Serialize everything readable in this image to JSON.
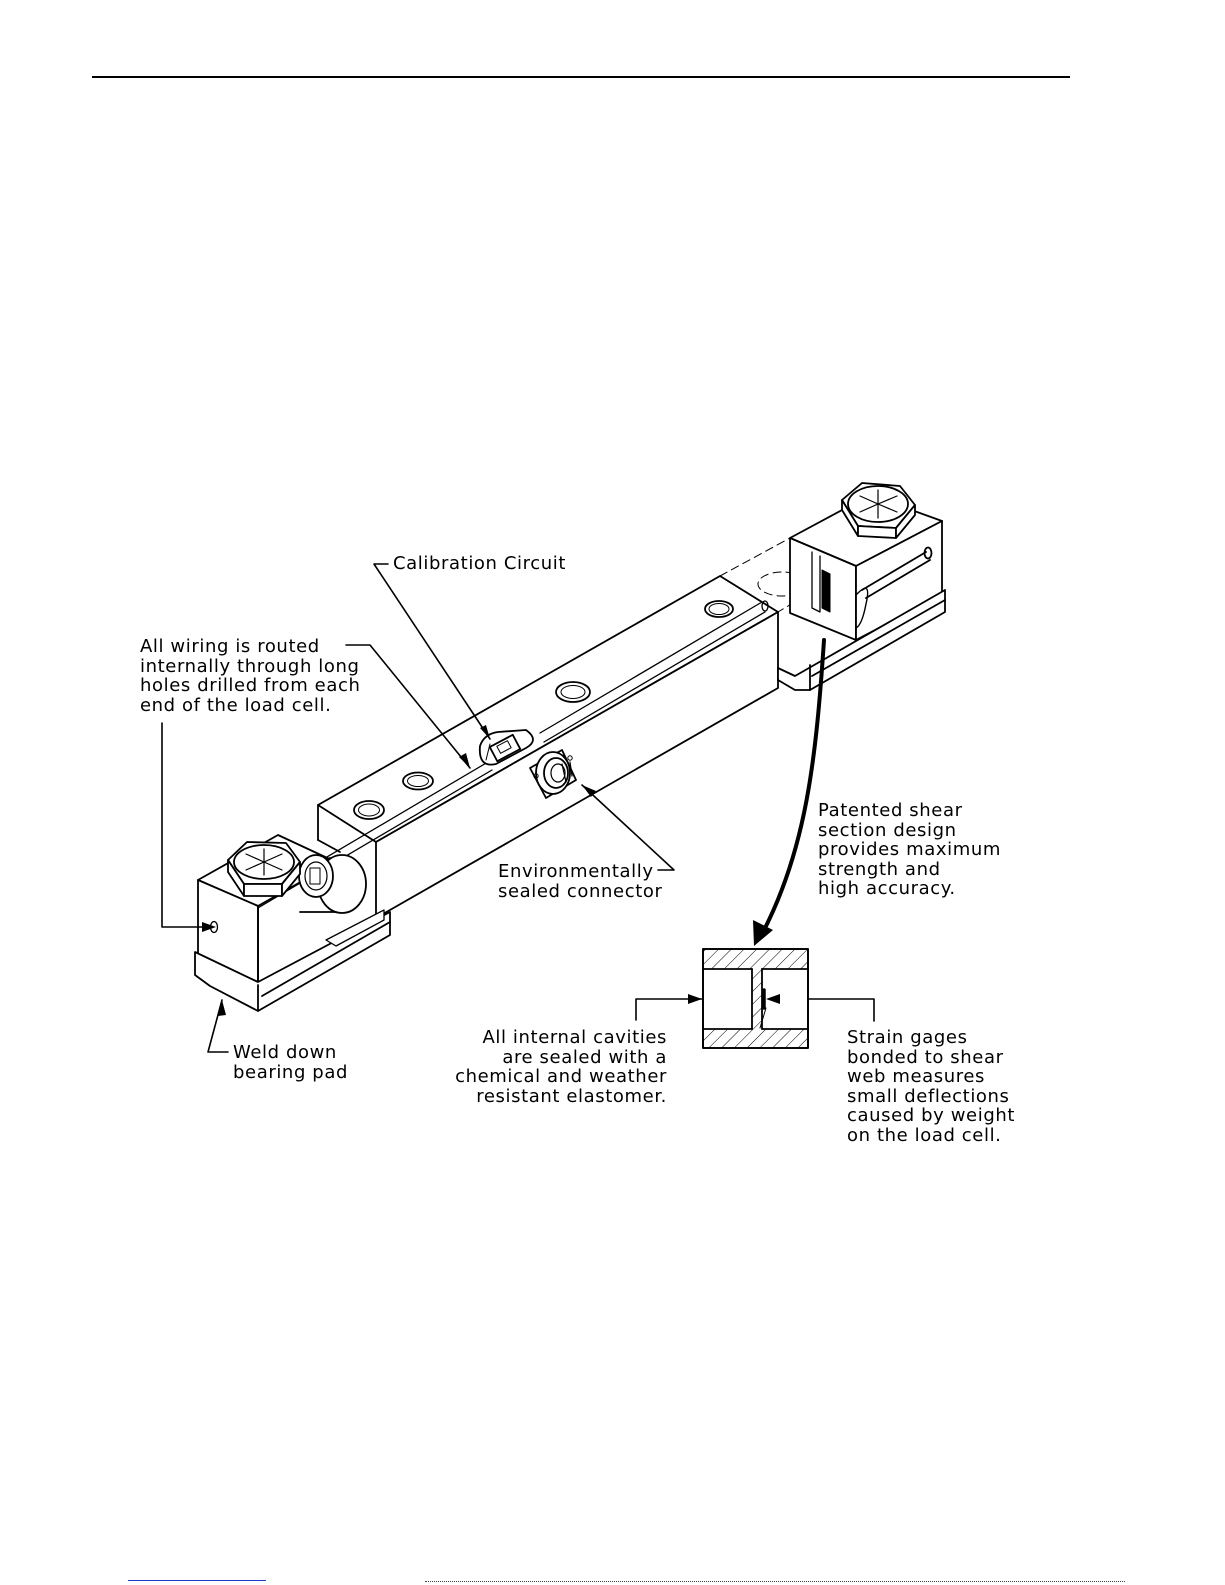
{
  "callouts": {
    "calibration_circuit": "Calibration Circuit",
    "wiring": "All wiring is routed\ninternally through long\nholes drilled from each\nend of the load cell.",
    "connector": "Environmentally\nsealed connector",
    "shear_section": "Patented shear\nsection design\nprovides maximum\nstrength and\nhigh accuracy.",
    "bearing_pad": "Weld down\nbearing pad",
    "cavities": "All internal cavities\nare sealed with a\nchemical and weather\nresistant elastomer.",
    "strain_gages": "Strain gages\nbonded to shear\nweb measures\nsmall deflections\ncaused by weight\non the load cell."
  },
  "colors": {
    "ink": "#000000",
    "paper": "#ffffff",
    "footer_link": "#1a3cc8"
  }
}
